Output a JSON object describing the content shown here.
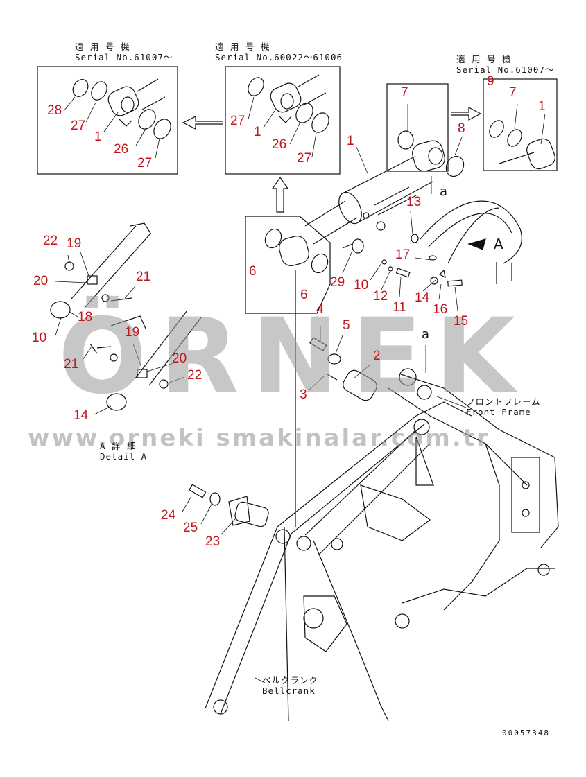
{
  "watermark": {
    "text": "ÖRNEK",
    "url": "www.orneki smakinalar.com.tr"
  },
  "notes": {
    "applicable_1": {
      "line1": "適 用 号 機",
      "line2": "Serial No.61007〜"
    },
    "applicable_2": {
      "line1": "適 用 号 機",
      "line2": "Serial No.60022〜61006"
    },
    "applicable_3": {
      "line1": "適 用 号 機",
      "line2": "Serial No.61007〜"
    },
    "detail_a": {
      "line1": "A 詳 細",
      "line2": "Detail A"
    },
    "front_frame": {
      "line1": "フロントフレーム",
      "line2": "Front Frame"
    },
    "bellcrank": {
      "line1": "ベルクランク",
      "line2": "Bellcrank"
    }
  },
  "markers": {
    "a_top": "a",
    "a_mid": "a",
    "view_a": "A"
  },
  "drawing_number": "00057348",
  "callouts": {
    "c28": "28",
    "c27a": "27",
    "c1a": "1",
    "c26a": "26",
    "c27b": "27",
    "c27c": "27",
    "c1b": "1",
    "c26b": "26",
    "c27d": "27",
    "c7a": "7",
    "c8": "8",
    "c9": "9",
    "c7b": "7",
    "c1c": "1",
    "c1d": "1",
    "c13": "13",
    "c17": "17",
    "c29": "29",
    "c10a": "10",
    "c12": "12",
    "c11": "11",
    "c14a": "14",
    "c16": "16",
    "c15": "15",
    "c6a": "6",
    "c6b": "6",
    "c4": "4",
    "c5": "5",
    "c2": "2",
    "c3": "3",
    "c22a": "22",
    "c19a": "19",
    "c20a": "20",
    "c21a": "21",
    "c18": "18",
    "c10b": "10",
    "c21b": "21",
    "c19b": "19",
    "c20b": "20",
    "c22b": "22",
    "c14b": "14",
    "c24": "24",
    "c25": "25",
    "c23": "23"
  }
}
